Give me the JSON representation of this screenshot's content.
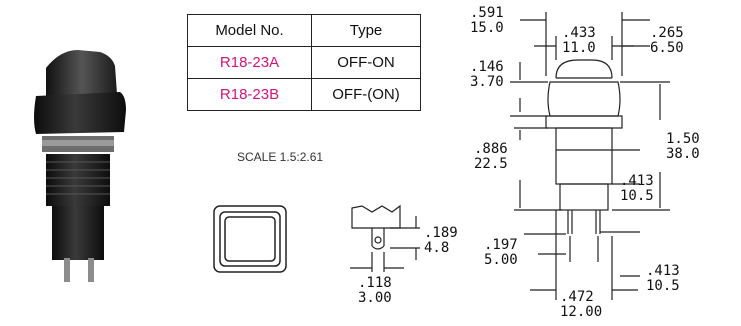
{
  "table": {
    "headers": [
      "Model No.",
      "Type"
    ],
    "rows": [
      {
        "model": "R18-23A",
        "type": "OFF-ON"
      },
      {
        "model": "R18-23B",
        "type": "OFF-(ON)"
      }
    ]
  },
  "scale_note": "SCALE 1.5:2.61",
  "dims": {
    "overall_width": {
      "in": ".591",
      "mm": "15.0"
    },
    "cap_width": {
      "in": ".433",
      "mm": "11.0"
    },
    "cap_gap": {
      "in": ".265",
      "mm": "6.50"
    },
    "cap_height": {
      "in": ".146",
      "mm": "3.70"
    },
    "body_height": {
      "in": ".886",
      "mm": "22.5"
    },
    "total_height": {
      "in": "1.50",
      "mm": "38.0"
    },
    "lower_body": {
      "in": ".413",
      "mm": "10.5"
    },
    "terminal_len": {
      "in": ".197",
      "mm": "5.00"
    },
    "terminal_spacing": {
      "in": ".413",
      "mm": "10.5"
    },
    "base_width": {
      "in": ".472",
      "mm": "12.00"
    },
    "lug_height": {
      "in": ".189",
      "mm": "4.8"
    },
    "lug_width": {
      "in": ".118",
      "mm": "3.00"
    }
  },
  "colors": {
    "model_text": "#d4147a"
  }
}
